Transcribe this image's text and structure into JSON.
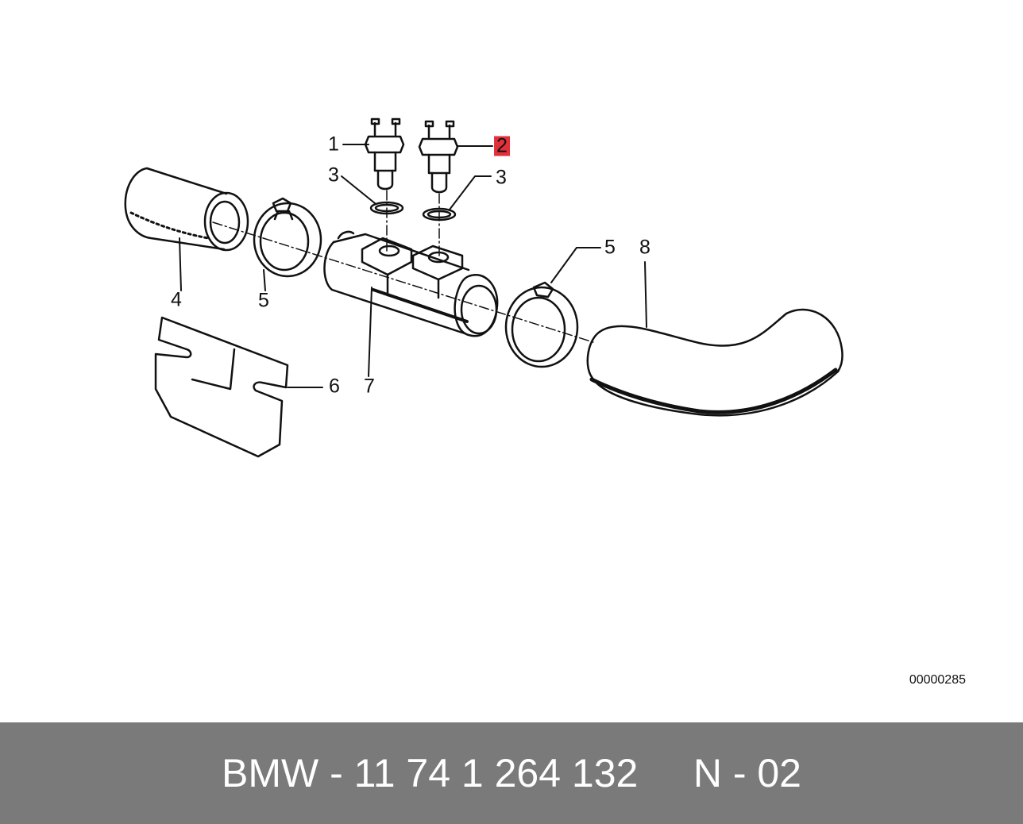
{
  "diagram": {
    "callouts": [
      {
        "id": "c1",
        "label": "1",
        "highlighted": false
      },
      {
        "id": "c2",
        "label": "2",
        "highlighted": true
      },
      {
        "id": "c3a",
        "label": "3",
        "highlighted": false
      },
      {
        "id": "c3b",
        "label": "3",
        "highlighted": false
      },
      {
        "id": "c4",
        "label": "4",
        "highlighted": false
      },
      {
        "id": "c5a",
        "label": "5",
        "highlighted": false
      },
      {
        "id": "c5b",
        "label": "5",
        "highlighted": false
      },
      {
        "id": "c6",
        "label": "6",
        "highlighted": false
      },
      {
        "id": "c7",
        "label": "7",
        "highlighted": false
      },
      {
        "id": "c8",
        "label": "8",
        "highlighted": false
      }
    ],
    "diagram_code": "00000285",
    "highlight_color": "#e0303a"
  },
  "footer": {
    "part_label": "BMW - 11 74 1 264 132",
    "position_label": "N - 02",
    "background_color": "#7a7a7a"
  }
}
